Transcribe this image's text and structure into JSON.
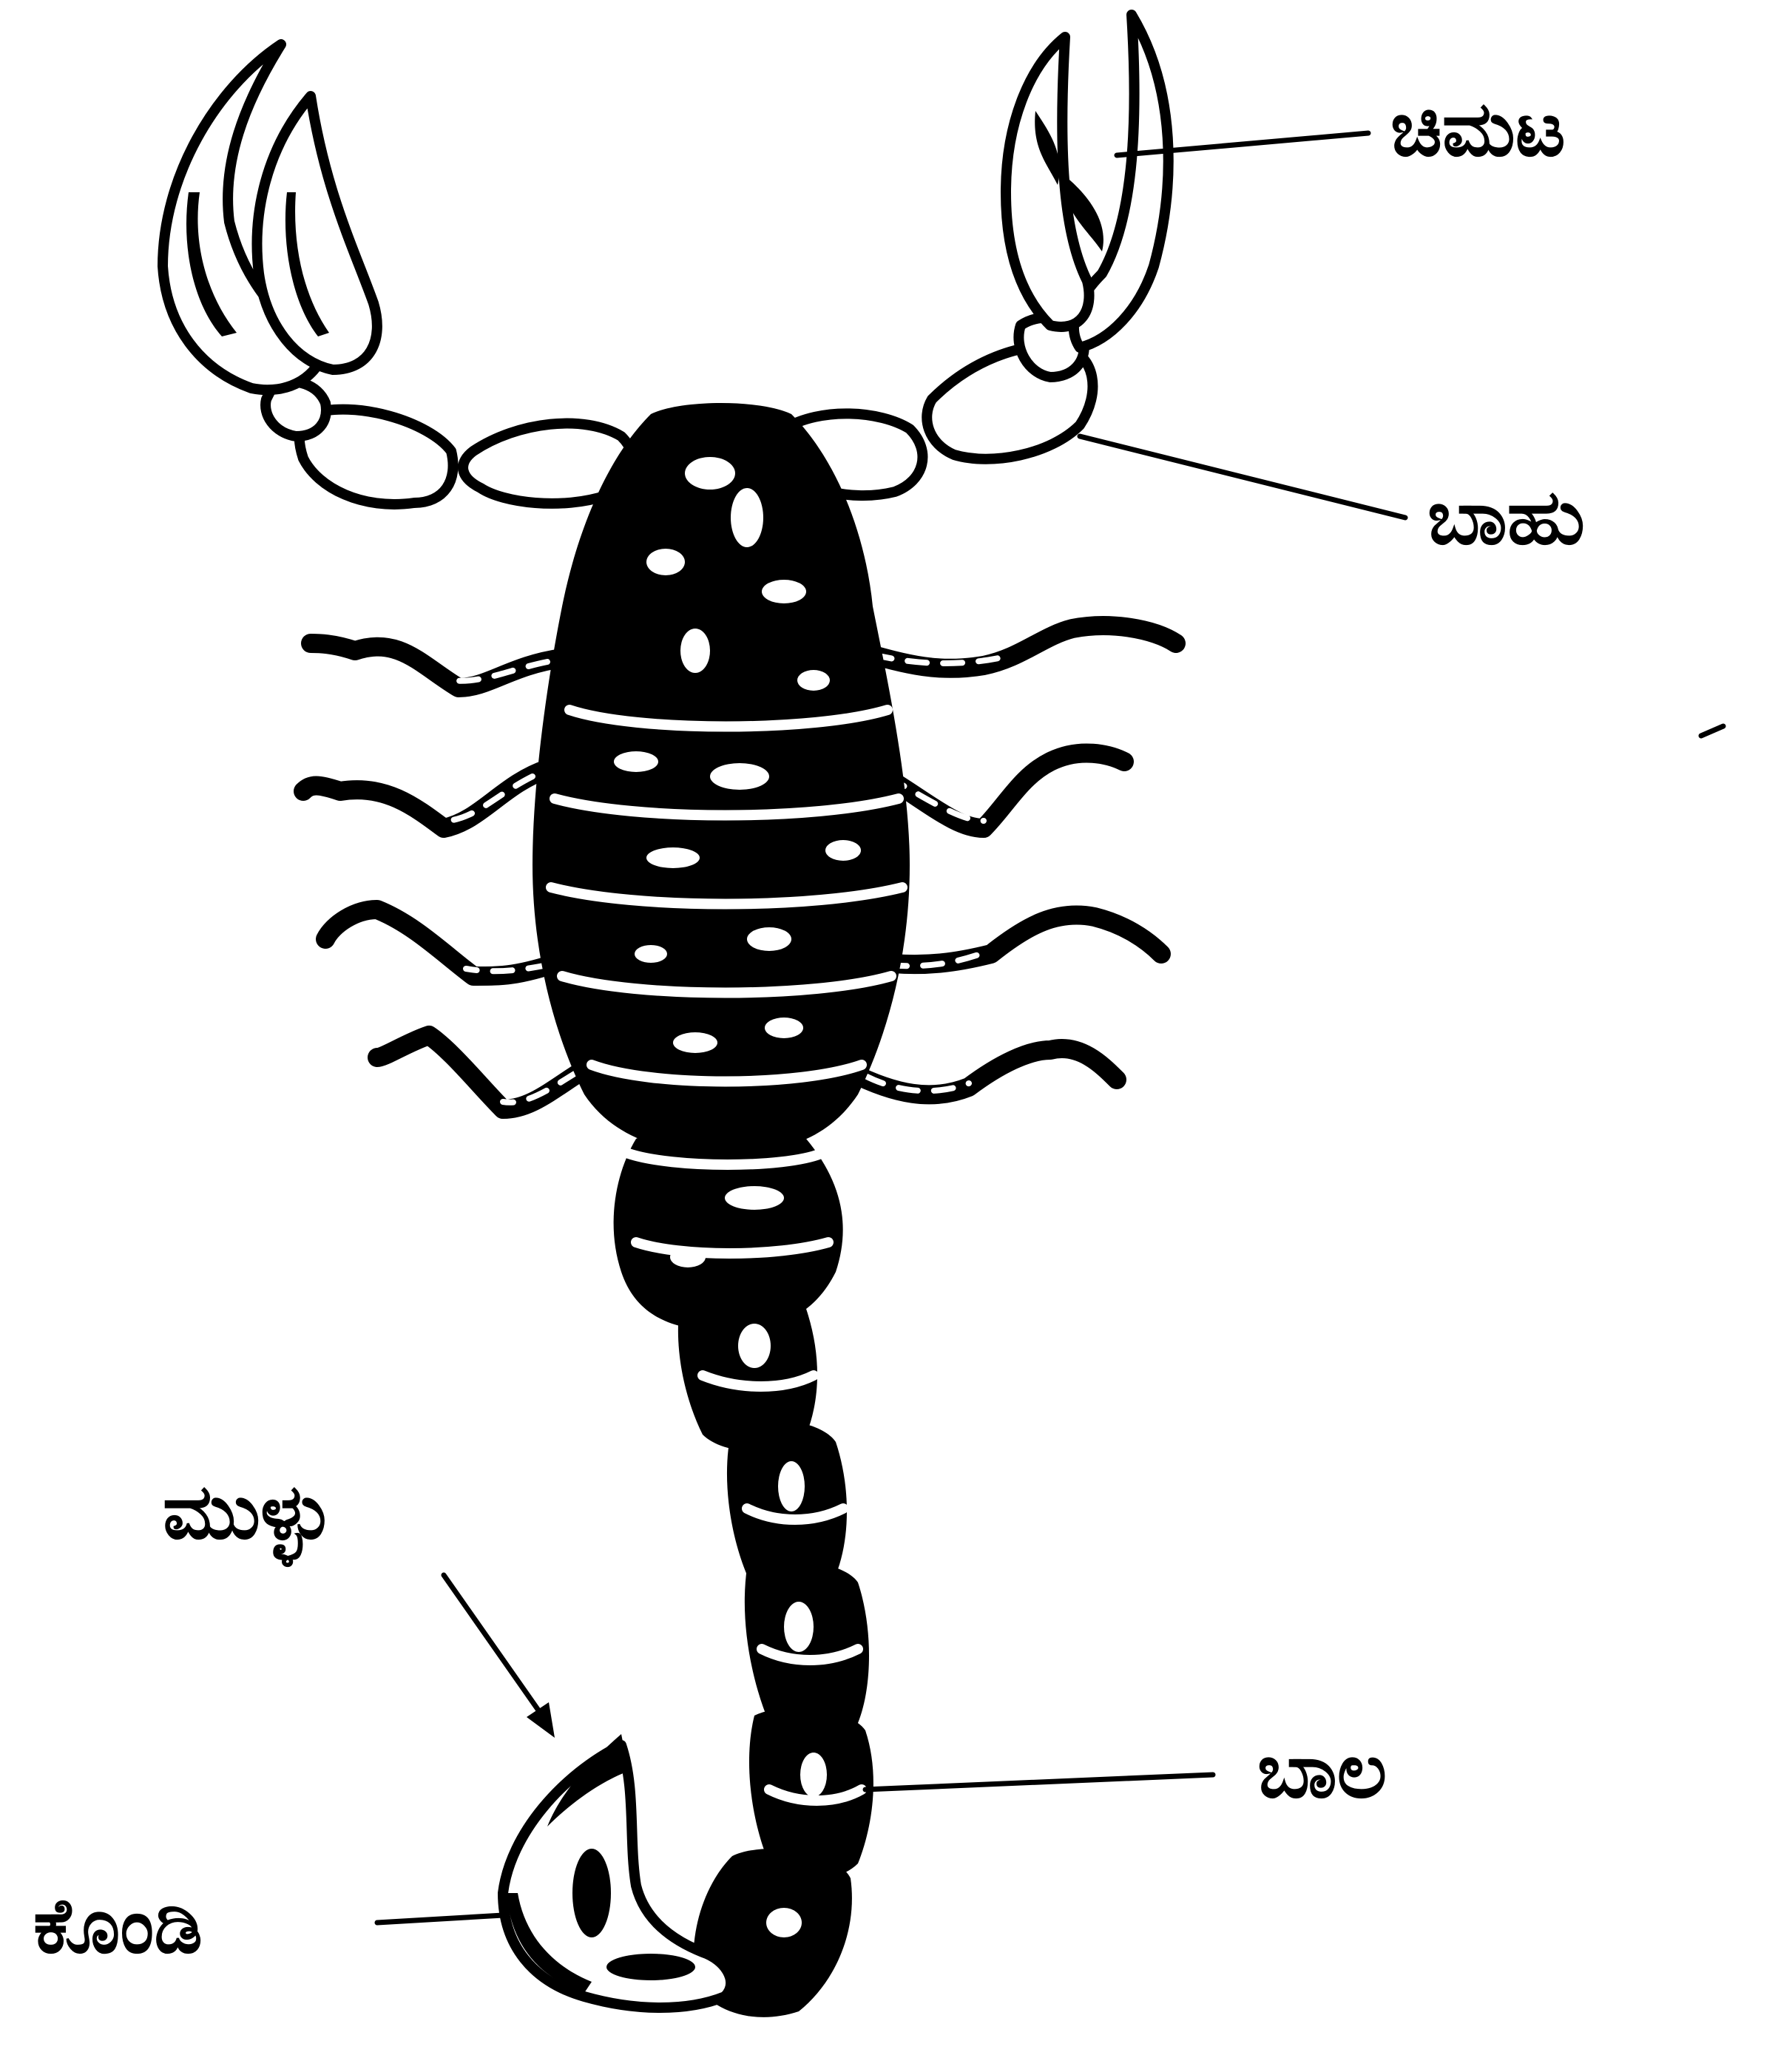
{
  "labels": {
    "chimata": "ಚಿಮಟ",
    "baahu": "ಬಾಹು",
    "mullu": "ಮುಳ್ಳು",
    "baala": "ಬಾಲ",
    "kondi": "ಕೊಂಡಿ"
  },
  "colors": {
    "ink": "#000000",
    "paper": "#ffffff"
  }
}
